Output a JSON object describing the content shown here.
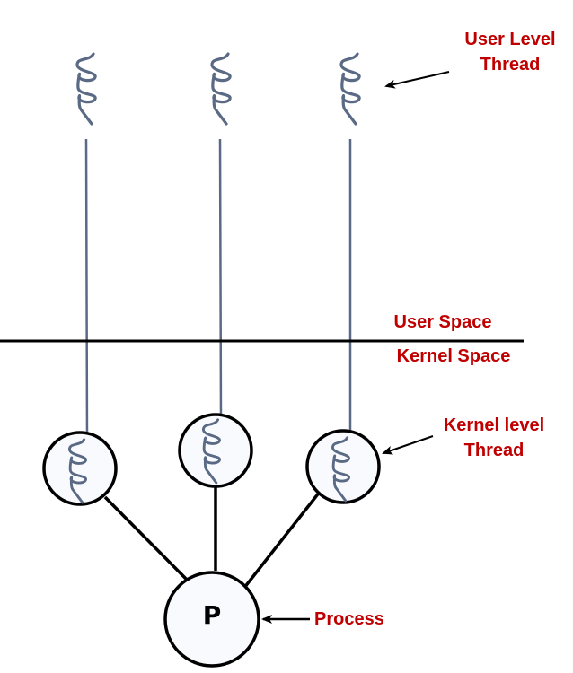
{
  "labels": {
    "user_level_thread": [
      "User Level",
      "Thread"
    ],
    "user_space": "User Space",
    "kernel_space": "Kernel Space",
    "kernel_level_thread": [
      "Kernel level",
      "Thread"
    ],
    "process": "Process",
    "process_node": "P"
  },
  "colors": {
    "label": "#c00000",
    "thread": "#5a6a85",
    "line": "#000000",
    "node_fill": "#f8fafd"
  }
}
